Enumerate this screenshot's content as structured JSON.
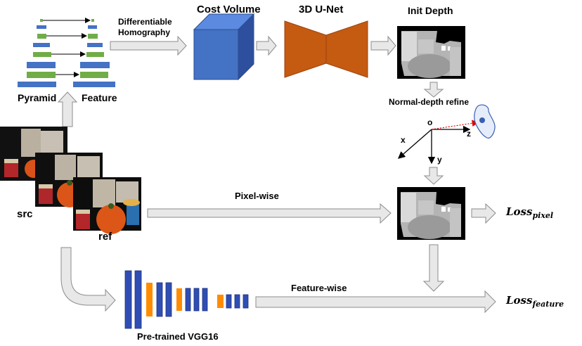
{
  "labels": {
    "differentiable_homography_line1": "Differentiable",
    "differentiable_homography_line2": "Homography",
    "cost_volume": "Cost Volume",
    "unet": "3D U-Net",
    "init_depth": "Init Depth",
    "pyramid": "Pyramid",
    "feature": "Feature",
    "normal_depth_refine": "Normal-depth refine",
    "axis_o": "o",
    "axis_x": "x",
    "axis_y": "y",
    "axis_z": "z",
    "pixel_wise": "Pixel-wise",
    "feature_wise": "Feature-wise",
    "src": "src",
    "ref": "ref",
    "vgg": "Pre-trained VGG16",
    "loss_pixel_base": "Loss",
    "loss_pixel_sub": "pixel",
    "loss_feature_base": "Loss",
    "loss_feature_sub": "feature"
  },
  "colors": {
    "pyramid_blue": "#4472c4",
    "pyramid_green": "#70ad47",
    "cube_front": "#4472c4",
    "unet_orange": "#c55a11",
    "vgg_blue": "#2f4eb4",
    "vgg_orange": "#ff8c00",
    "arrow_fill": "#e8e8e8",
    "arrow_stroke": "#8c8c8c"
  }
}
